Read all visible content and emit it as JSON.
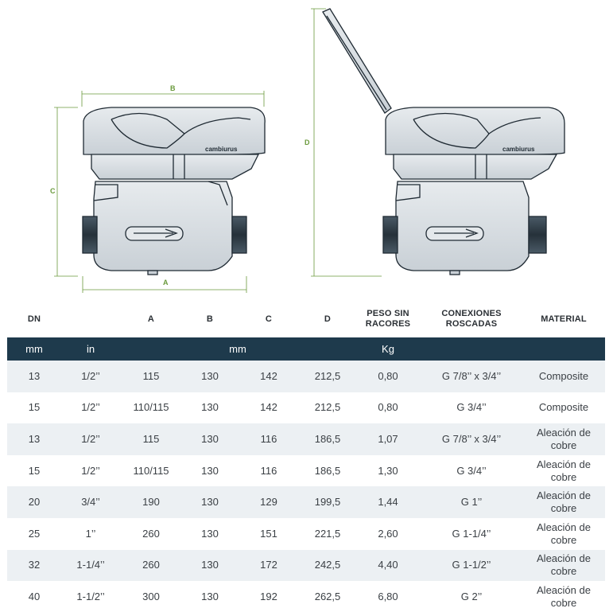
{
  "drawing": {
    "labels": {
      "a": "A",
      "b": "B",
      "c": "C",
      "d": "D"
    },
    "brand": "cambiurus",
    "accent_color": "#6a9a3c"
  },
  "table": {
    "headers": [
      "DN",
      "",
      "A",
      "B",
      "C",
      "D",
      "PESO SIN RACORES",
      "CONEXIONES ROSCADAS",
      "MATERIAL"
    ],
    "units": {
      "mm": "mm",
      "in": "in",
      "mm_span": "mm",
      "kg": "Kg"
    },
    "header_color": "#1e3a4c",
    "rows": [
      [
        "13",
        "1/2’’",
        "115",
        "130",
        "142",
        "212,5",
        "0,80",
        "G 7/8’’ x 3/4’’",
        "Composite"
      ],
      [
        "15",
        "1/2’’",
        "110/115",
        "130",
        "142",
        "212,5",
        "0,80",
        "G 3/4’’",
        "Composite"
      ],
      [
        "13",
        "1/2’’",
        "115",
        "130",
        "116",
        "186,5",
        "1,07",
        "G 7/8’’ x 3/4’’",
        "Aleación de cobre"
      ],
      [
        "15",
        "1/2’’",
        "110/115",
        "130",
        "116",
        "186,5",
        "1,30",
        "G 3/4’’",
        "Aleación de cobre"
      ],
      [
        "20",
        "3/4’’",
        "190",
        "130",
        "129",
        "199,5",
        "1,44",
        "G 1’’",
        "Aleación de cobre"
      ],
      [
        "25",
        "1’’",
        "260",
        "130",
        "151",
        "221,5",
        "2,60",
        "G 1-1/4’’",
        "Aleación de cobre"
      ],
      [
        "32",
        "1-1/4’’",
        "260",
        "130",
        "172",
        "242,5",
        "4,40",
        "G 1-1/2’’",
        "Aleación de cobre"
      ],
      [
        "40",
        "1-1/2’’",
        "300",
        "130",
        "192",
        "262,5",
        "6,80",
        "G 2’’",
        "Aleación de cobre"
      ]
    ]
  }
}
